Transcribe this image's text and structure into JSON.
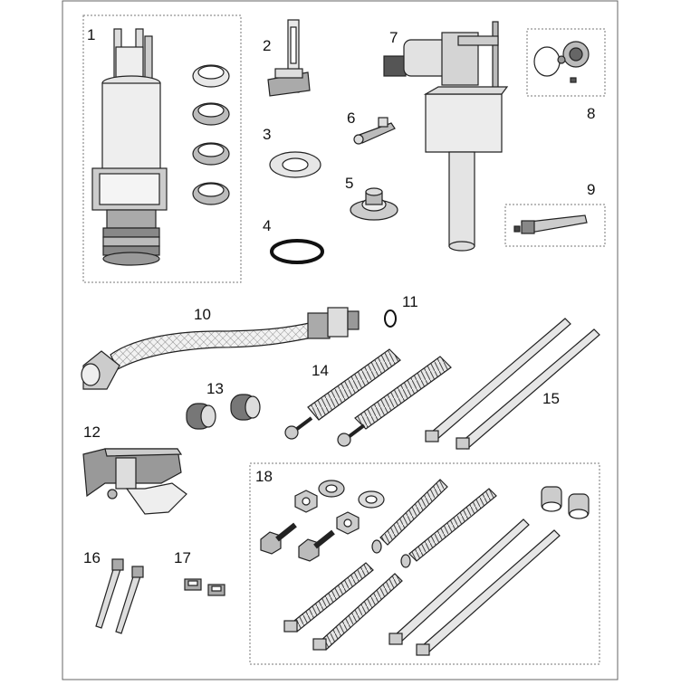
{
  "parts": [
    {
      "id": "part-1",
      "label": "1"
    },
    {
      "id": "part-2",
      "label": "2"
    },
    {
      "id": "part-3",
      "label": "3"
    },
    {
      "id": "part-4",
      "label": "4"
    },
    {
      "id": "part-5",
      "label": "5"
    },
    {
      "id": "part-6",
      "label": "6"
    },
    {
      "id": "part-7",
      "label": "7"
    },
    {
      "id": "part-8",
      "label": "8"
    },
    {
      "id": "part-9",
      "label": "9"
    },
    {
      "id": "part-10",
      "label": "10"
    },
    {
      "id": "part-11",
      "label": "11"
    },
    {
      "id": "part-12",
      "label": "12"
    },
    {
      "id": "part-13",
      "label": "13"
    },
    {
      "id": "part-14",
      "label": "14"
    },
    {
      "id": "part-15",
      "label": "15"
    },
    {
      "id": "part-16",
      "label": "16"
    },
    {
      "id": "part-17",
      "label": "17"
    },
    {
      "id": "part-18",
      "label": "18"
    }
  ],
  "colors": {
    "line": "#222222",
    "fill_light": "#eeeeee",
    "fill_mid": "#bbbbbb",
    "fill_dark": "#888888",
    "frame": "#666666"
  }
}
